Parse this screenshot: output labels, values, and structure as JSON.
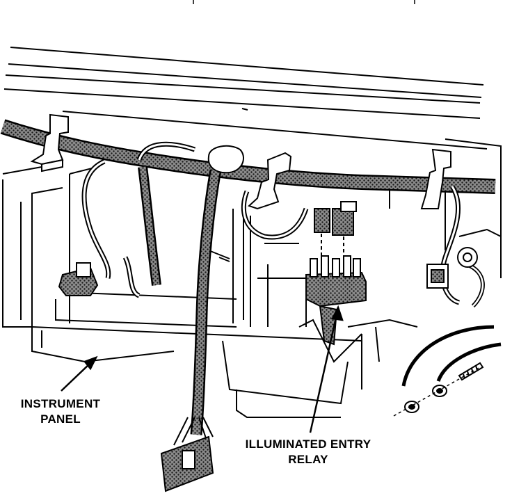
{
  "labels": {
    "instrument_panel": [
      "INSTRUMENT",
      "PANEL"
    ],
    "illuminated_entry_relay": [
      "ILLUMINATED ENTRY",
      "RELAY"
    ]
  },
  "colors": {
    "ink": "#000000",
    "paper": "#ffffff",
    "harness_fill": "#6e6e6e"
  }
}
